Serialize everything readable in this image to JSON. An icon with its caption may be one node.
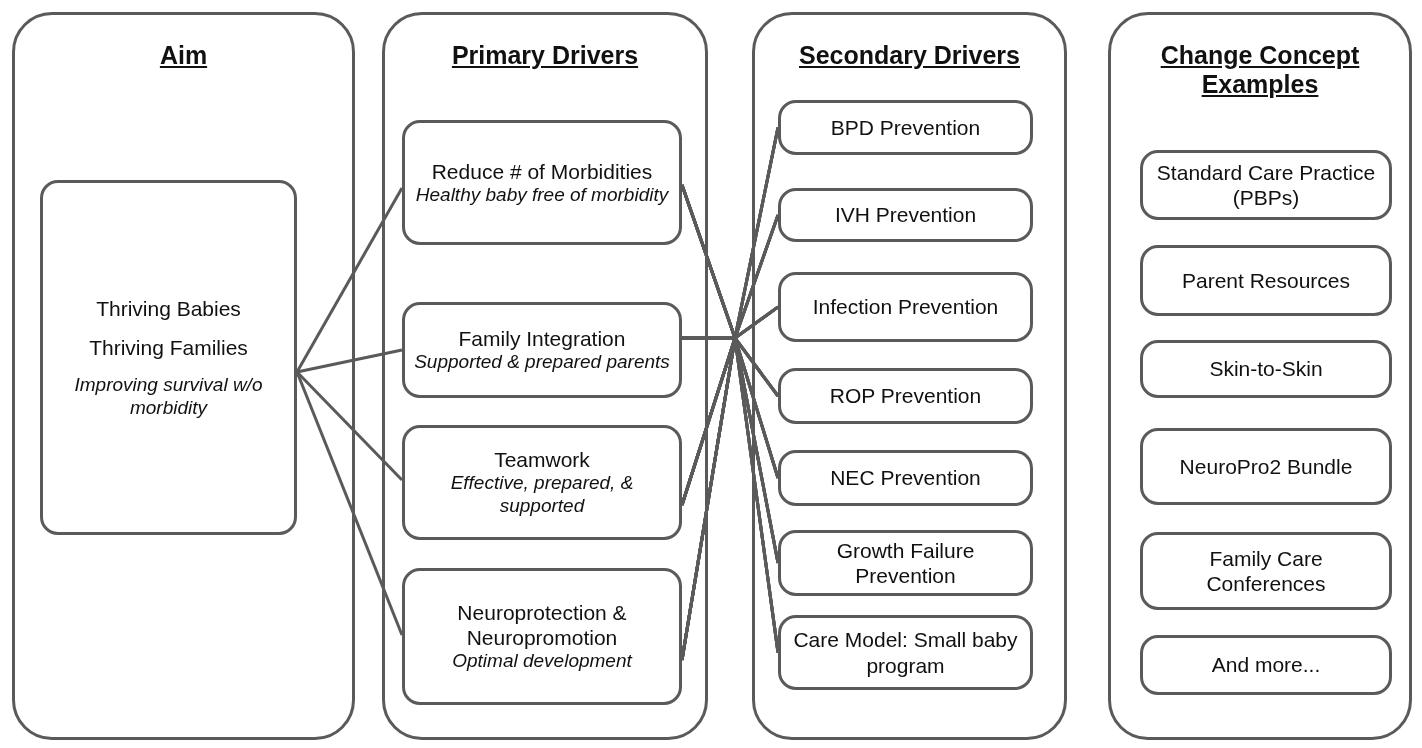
{
  "diagram": {
    "nodes": [
      {
        "text": [
          "Aim"
        ]
      },
      {
        "text": [
          "Thriving Babies",
          "Thriving Families",
          "Improving survival w/o morbidity"
        ],
        "in": 0
      },
      {
        "text": [
          "Primary Drivers"
        ]
      },
      {
        "text": [
          "Reduce # of Morbidities",
          "Healthy baby free of morbidity"
        ],
        "in": 2
      },
      {
        "text": [
          "Family Integration",
          "Supported & prepared parents"
        ],
        "in": 2
      },
      {
        "text": [
          "Teamwork",
          "Effective, prepared, & supported"
        ],
        "in": 2
      },
      {
        "text": [
          "Neuroprotection & Neuropromotion",
          "Optimal development"
        ],
        "in": 2
      },
      {
        "text": [
          "Secondary Drivers"
        ]
      },
      {
        "text": [
          "BPD Prevention"
        ],
        "in": 7
      },
      {
        "text": [
          "IVH Prevention"
        ],
        "in": 7
      },
      {
        "text": [
          "Infection Prevention"
        ],
        "in": 7
      },
      {
        "text": [
          "ROP Prevention"
        ],
        "in": 7
      },
      {
        "text": [
          "NEC Prevention"
        ],
        "in": 7
      },
      {
        "text": [
          "Growth Failure Prevention"
        ],
        "in": 7
      },
      {
        "text": [
          "Care Model: Small baby program"
        ],
        "in": 7
      },
      {
        "text": [
          "Change Concept Examples"
        ]
      },
      {
        "text": [
          "Standard Care Practice (PBPs)"
        ],
        "in": 15
      },
      {
        "text": [
          "Parent Resources"
        ],
        "in": 15
      },
      {
        "text": [
          "Skin-to-Skin"
        ],
        "in": 15
      },
      {
        "text": [
          "NeuroPro2 Bundle"
        ],
        "in": 15
      },
      {
        "text": [
          "Family Care Conferences"
        ],
        "in": 15
      },
      {
        "text": [
          "And more..."
        ],
        "in": 15
      }
    ],
    "edges": [
      {
        "from": 1,
        "to": 3,
        "arrow": "none"
      },
      {
        "from": 1,
        "to": 4,
        "arrow": "none"
      },
      {
        "from": 1,
        "to": 5,
        "arrow": "none"
      },
      {
        "from": 1,
        "to": 6,
        "arrow": "none"
      },
      {
        "from": 3,
        "to": 8,
        "arrow": "none"
      },
      {
        "from": 3,
        "to": 9,
        "arrow": "none"
      },
      {
        "from": 3,
        "to": 10,
        "arrow": "none"
      },
      {
        "from": 3,
        "to": 11,
        "arrow": "none"
      },
      {
        "from": 3,
        "to": 12,
        "arrow": "none"
      },
      {
        "from": 3,
        "to": 13,
        "arrow": "none"
      },
      {
        "from": 3,
        "to": 14,
        "arrow": "none"
      },
      {
        "from": 4,
        "to": 8,
        "arrow": "none"
      },
      {
        "from": 4,
        "to": 9,
        "arrow": "none"
      },
      {
        "from": 4,
        "to": 10,
        "arrow": "none"
      },
      {
        "from": 4,
        "to": 11,
        "arrow": "none"
      },
      {
        "from": 4,
        "to": 12,
        "arrow": "none"
      },
      {
        "from": 4,
        "to": 13,
        "arrow": "none"
      },
      {
        "from": 4,
        "to": 14,
        "arrow": "none"
      },
      {
        "from": 5,
        "to": 8,
        "arrow": "none"
      },
      {
        "from": 5,
        "to": 9,
        "arrow": "none"
      },
      {
        "from": 5,
        "to": 10,
        "arrow": "none"
      },
      {
        "from": 5,
        "to": 11,
        "arrow": "none"
      },
      {
        "from": 5,
        "to": 12,
        "arrow": "none"
      },
      {
        "from": 5,
        "to": 13,
        "arrow": "none"
      },
      {
        "from": 5,
        "to": 14,
        "arrow": "none"
      },
      {
        "from": 6,
        "to": 8,
        "arrow": "none"
      },
      {
        "from": 6,
        "to": 9,
        "arrow": "none"
      },
      {
        "from": 6,
        "to": 10,
        "arrow": "none"
      },
      {
        "from": 6,
        "to": 11,
        "arrow": "none"
      },
      {
        "from": 6,
        "to": 12,
        "arrow": "none"
      },
      {
        "from": 6,
        "to": 13,
        "arrow": "none"
      },
      {
        "from": 6,
        "to": 14,
        "arrow": "none"
      }
    ]
  }
}
